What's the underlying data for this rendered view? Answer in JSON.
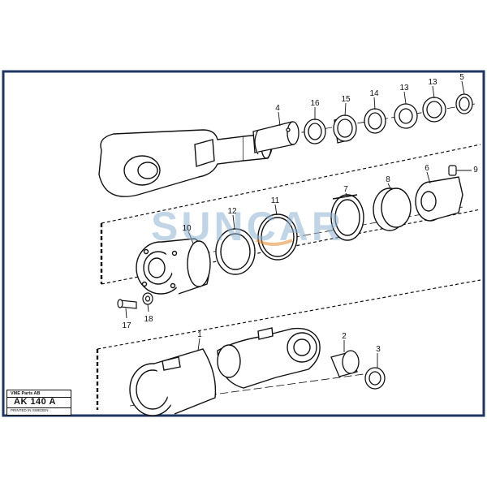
{
  "colors": {
    "frame": "#1f3560",
    "line": "#111111",
    "watermark_blue": "#8fb4d2",
    "watermark_orange": "#e38a2c"
  },
  "watermark": "SUNCAR",
  "title_block": {
    "company": "VME Parts AB",
    "code": "AK 140 A",
    "printed": "PRINTED IN SWEDEN"
  },
  "callouts": [
    "1",
    "2",
    "3",
    "4",
    "5",
    "6",
    "7",
    "8",
    "9",
    "10",
    "11",
    "12",
    "13",
    "13",
    "14",
    "15",
    "16",
    "17",
    "18"
  ]
}
